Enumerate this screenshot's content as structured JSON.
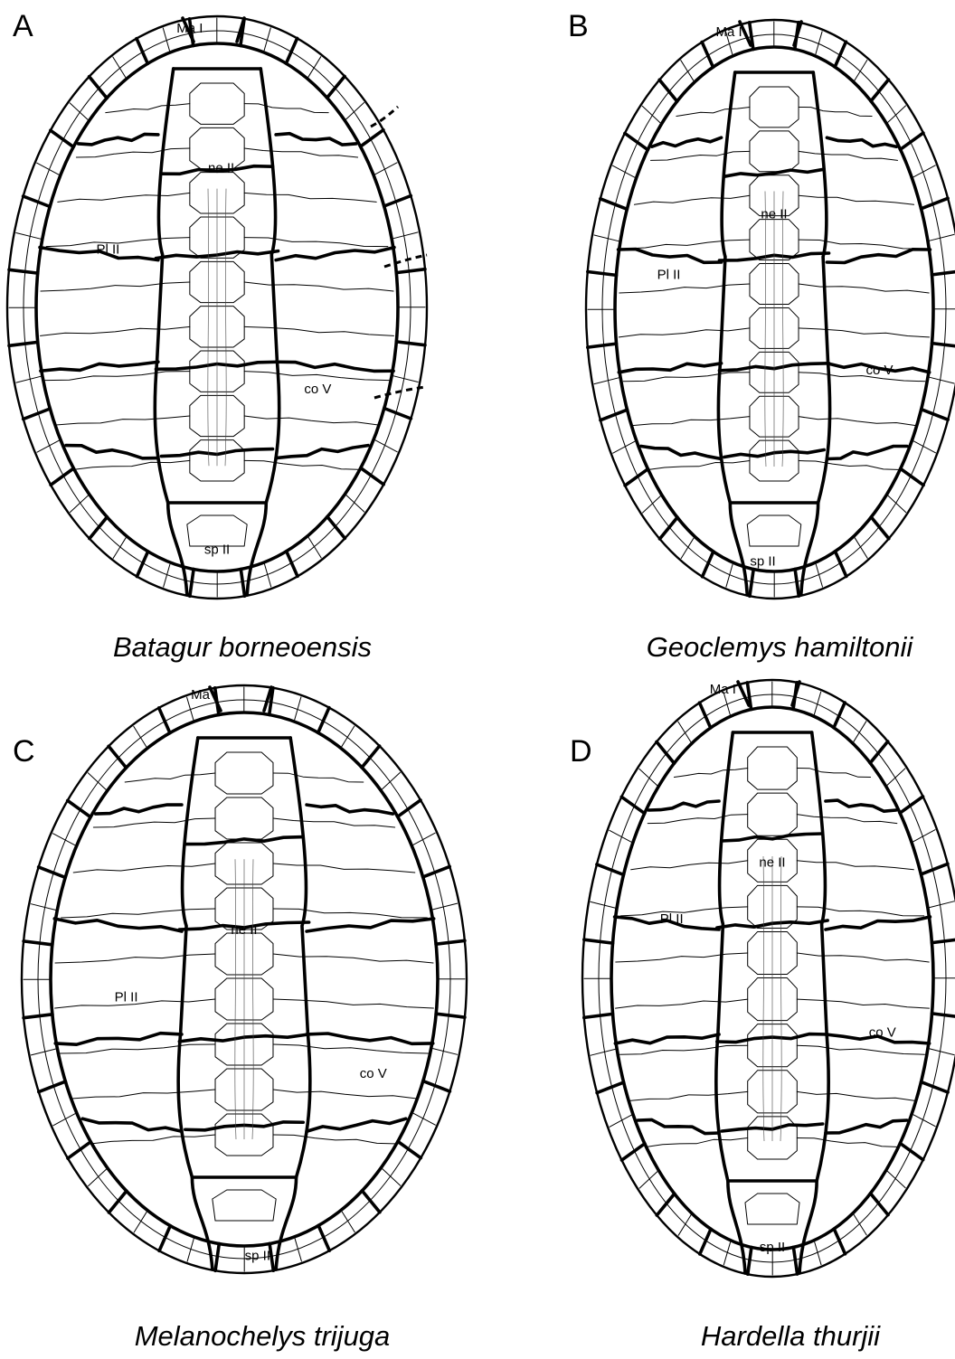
{
  "panels": [
    {
      "id": "A",
      "letter": "A",
      "species": "Batagur borneoensis",
      "labels": {
        "ma": "Ma I",
        "ne": "ne II",
        "pl": "Pl II",
        "co": "co V",
        "sp": "sp II"
      }
    },
    {
      "id": "B",
      "letter": "B",
      "species": "Geoclemys hamiltonii",
      "labels": {
        "ma": "Ma I",
        "ne": "ne II",
        "pl": "Pl II",
        "co": "co V",
        "sp": "sp II"
      }
    },
    {
      "id": "C",
      "letter": "C",
      "species": "Melanochelys trijuga",
      "labels": {
        "ma": "Ma I",
        "ne": "ne II",
        "pl": "Pl II",
        "co": "co V",
        "sp": "sp II"
      }
    },
    {
      "id": "D",
      "letter": "D",
      "species": "Hardella thurjii",
      "labels": {
        "ma": "Ma I",
        "ne": "ne II",
        "pl": "Pl II",
        "co": "co V",
        "sp": "sp II"
      }
    }
  ]
}
